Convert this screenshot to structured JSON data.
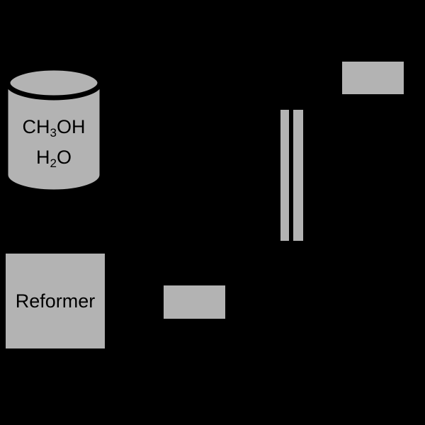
{
  "colors": {
    "background": "#000000",
    "shape_fill": "#b3b3b3",
    "outline": "#000000",
    "text": "#000000"
  },
  "tank": {
    "line1": {
      "pre": "CH",
      "sub": "3",
      "post": "OH"
    },
    "line2": {
      "pre": "H",
      "sub": "2",
      "post": "O"
    }
  },
  "reformer": {
    "label": "Reformer"
  }
}
